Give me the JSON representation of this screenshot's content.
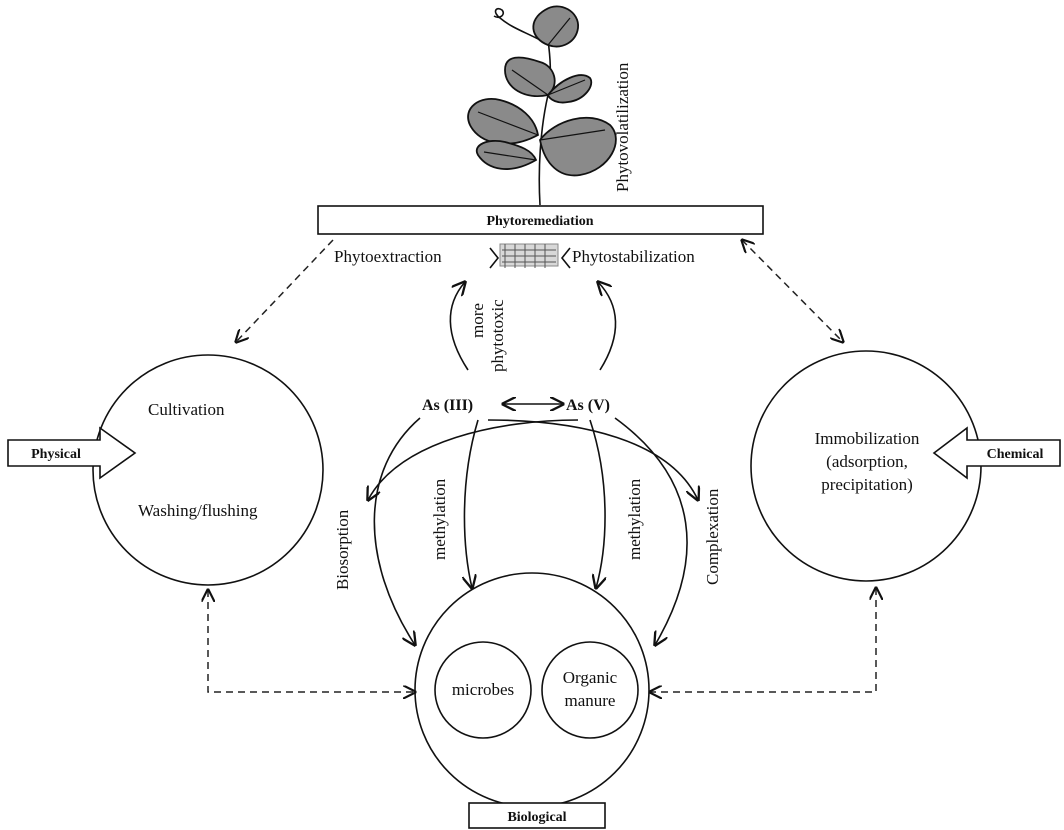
{
  "phytoremediation": {
    "title": "Phytoremediation",
    "phytovolatilization": "Phytovolatilization",
    "phytoextraction": "Phytoextraction",
    "phytostabilization": "Phytostabilization",
    "more_phytotoxic": [
      "more",
      "phytotoxic"
    ]
  },
  "arsenic": {
    "as3": "As (III)",
    "as5": "As (V)"
  },
  "processes": {
    "biosorption": "Biosorption",
    "methylation_left": "methylation",
    "methylation_right": "methylation",
    "complexation": "Complexation"
  },
  "physical": {
    "arrow_label": "Physical",
    "cultivation": "Cultivation",
    "washing": "Washing/flushing"
  },
  "chemical": {
    "arrow_label": "Chemical",
    "lines": [
      "Immobilization",
      "(adsorption,",
      "precipitation)"
    ]
  },
  "biological": {
    "label": "Biological",
    "microbes": "microbes",
    "organic": [
      "Organic",
      "manure"
    ]
  },
  "colors": {
    "leaf_fill": "#8a8a8a",
    "ink": "#111111"
  }
}
